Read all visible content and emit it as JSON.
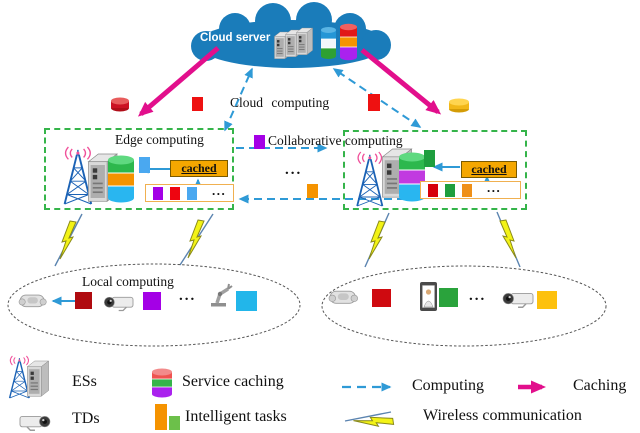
{
  "cloud": {
    "label": "Cloud server"
  },
  "connections": {
    "cloud_computing_label": "Cloud computing",
    "collaborative_label": "Collaborative computing"
  },
  "edge_left": {
    "title": "Edge computing",
    "cached_label": "cached",
    "processing_task_color": "#4aa8f0",
    "queue_task_colors": [
      "#a400e6",
      "#ee0510",
      "#4aa8f0"
    ],
    "ellipsis": "..."
  },
  "edge_right": {
    "cached_label": "cached",
    "processing_task_color": "#1e9e3e",
    "queue_task_colors": [
      "#d6000a",
      "#1e9e3e",
      "#ef9018"
    ],
    "ellipsis": "..."
  },
  "inter_edge": {
    "ellipsis": "...",
    "top_task_color": "#a400e6",
    "bottom_task_color": "#f59300"
  },
  "cloud_links": {
    "left_task_color": "#ee1111",
    "right_task_color": "#ee1111",
    "left_disk_color": "#cc1122",
    "right_disk_color": "#f2b818"
  },
  "local_left": {
    "title": "Local computing",
    "ellipsis": "...",
    "task_colors": [
      "#b00b10",
      "#a400e6",
      "#22b6ea"
    ]
  },
  "local_right": {
    "ellipsis": "...",
    "task_colors": [
      "#cf0a10",
      "#2aa33c",
      "#fdc10d"
    ]
  },
  "legend": {
    "es_label": "ESs",
    "td_label": "TDs",
    "service_caching_label": "Service caching",
    "intelligent_tasks_label": "Intelligent tasks",
    "intelligent_task_colors": [
      "#f59300",
      "#6cc04a"
    ],
    "computing_label": "Computing",
    "caching_label": "Caching",
    "wireless_label": "Wireless communication"
  },
  "colors": {
    "cloud_fill": "#1a7cba",
    "computing_arrow": "#2f9ad6",
    "caching_arrow": "#e20f8c",
    "edge_box_border": "#35b44a",
    "cached_box_fill": "#f5a700",
    "queue_box_border": "#f0b050",
    "lightning_fill": "#f3f316",
    "tower_blue": "#1b62b5",
    "signal_pink": "#f0509a"
  }
}
